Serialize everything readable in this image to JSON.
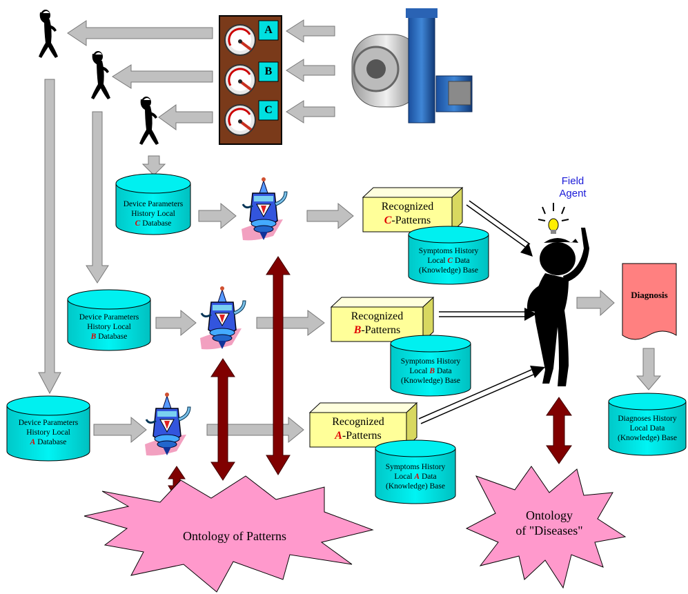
{
  "gauges": [
    "A",
    "B",
    "C"
  ],
  "field_agent": {
    "line1": "Field",
    "line2": "Agent"
  },
  "device_dbs": [
    {
      "line1": "Device Parameters",
      "line2": "History Local",
      "letter": "C",
      "line3": " Database"
    },
    {
      "line1": "Device Parameters",
      "line2": "History Local",
      "letter": "B",
      "line3": " Database"
    },
    {
      "line1": "Device Parameters",
      "line2": "History Local",
      "letter": "A",
      "line3": " Database"
    }
  ],
  "patterns": [
    {
      "line1": "Recognized",
      "letter": "C",
      "line2": "-Patterns"
    },
    {
      "line1": "Recognized",
      "letter": "B",
      "line2": "-Patterns"
    },
    {
      "line1": "Recognized",
      "letter": "A",
      "line2": "-Patterns"
    }
  ],
  "symptom_dbs": [
    {
      "line1": "Symptoms History",
      "pre": "Local ",
      "letter": "C",
      "post": " Data",
      "line3": "(Knowledge) Base"
    },
    {
      "line1": "Symptoms History",
      "pre": "Local ",
      "letter": "B",
      "post": " Data",
      "line3": "(Knowledge) Base"
    },
    {
      "line1": "Symptoms History",
      "pre": "Local ",
      "letter": "A",
      "post": " Data",
      "line3": "(Knowledge) Base"
    }
  ],
  "diagnosis": "Diagnosis",
  "diagnoses_db": {
    "line1": "Diagnoses History",
    "line2": "Local Data",
    "line3": "(Knowledge) Base"
  },
  "ontology_patterns": "Ontology of Patterns",
  "ontology_diseases": {
    "line1": "Ontology",
    "line2": "of \"Diseases\""
  },
  "colors": {
    "db_fill": "#00f0f0",
    "pattern_box": "#ffff99",
    "ontology": "#ff99cc",
    "double_arrow": "#800000",
    "gray_arrow": "#c0c0c0",
    "diagnosis": "#ff8080"
  }
}
